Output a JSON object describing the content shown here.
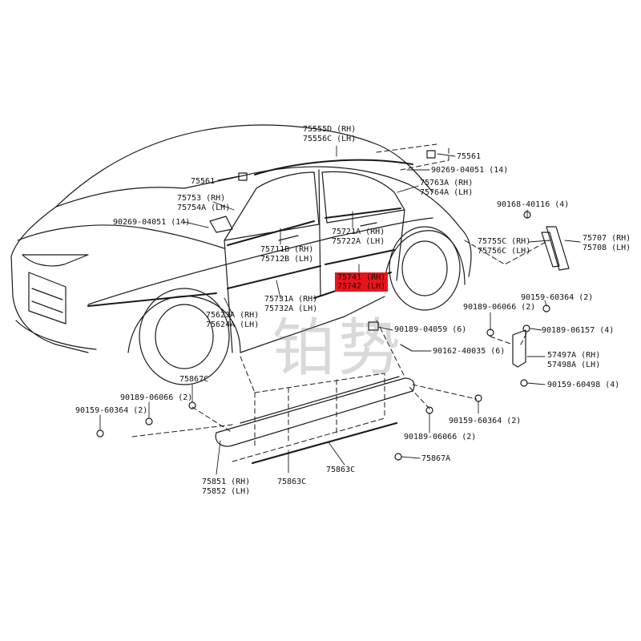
{
  "watermark": "铂势",
  "highlight_color": "#e8141b",
  "labels": {
    "p75555d": "75555D (RH)",
    "p75556c": "75556C (LH)",
    "p75561_r": "75561",
    "p90269_r": "90269-04051 (14)",
    "p75763a": "75763A (RH)",
    "p75764a": "75764A (LH)",
    "p75561_l": "75561",
    "p75753": "75753  (RH)",
    "p75754a": "75754A (LH)",
    "p90269_l": "90269-04051 (14)",
    "p90168": "90168-40116 (4)",
    "p75721a": "75721A (RH)",
    "p75722a": "75722A (LH)",
    "p75711b": "75711B (RH)",
    "p75712b": "75712B (LH)",
    "p75755c": "75755C (RH)",
    "p75756c": "75756C (LH)",
    "p75707": "75707 (RH)",
    "p75708": "75708 (LH)",
    "p75741": "75741 (RH)",
    "p75742": "75742 (LH)",
    "p75731a": "75731A (RH)",
    "p75732a": "75732A (LH)",
    "p75623a": "75623A (RH)",
    "p75624a": "75624A (LH)",
    "p90159_tr": "90159-60364 (2)",
    "p90189_tr": "90189-06066 (2)",
    "p90189_0157": "90189-06157 (4)",
    "p90189_0459": "90189-04059 (6)",
    "p90162": "90162-40035 (6)",
    "p57497a": "57497A (RH)",
    "p57498a": "57498A (LH)",
    "p90159_0498": "90159-60498 (4)",
    "p75867c": "75867C",
    "p90189_l": "90189-06066 (2)",
    "p90159_l": "90159-60364 (2)",
    "p90159_r": "90159-60364 (2)",
    "p90189_r": "90189-06066 (2)",
    "p75867a": "75867A",
    "p75863c_1": "75863C",
    "p75863c_2": "75863C",
    "p75851": "75851 (RH)",
    "p75852": "75852 (LH)"
  }
}
